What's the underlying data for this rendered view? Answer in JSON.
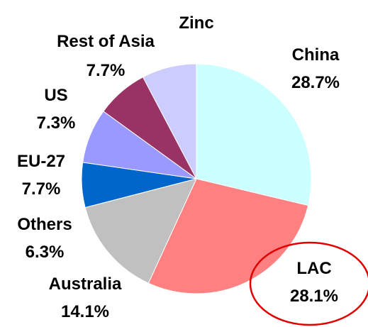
{
  "chart_data": {
    "type": "pie",
    "title": "Zinc",
    "slices": [
      {
        "label": "China",
        "value": 28.7,
        "display": "28.7%",
        "color": "#CCFFFF"
      },
      {
        "label": "LAC",
        "value": 28.1,
        "display": "28.1%",
        "color": "#FF8080"
      },
      {
        "label": "Australia",
        "value": 14.1,
        "display": "14.1%",
        "color": "#C0C0C0"
      },
      {
        "label": "Others",
        "value": 6.3,
        "display": "6.3%",
        "color": "#0066CC"
      },
      {
        "label": "EU-27",
        "value": 7.7,
        "display": "7.7%",
        "color": "#9999FF"
      },
      {
        "label": "US",
        "value": 7.3,
        "display": "7.3%",
        "color": "#993366"
      },
      {
        "label": "Rest of Asia",
        "value": 7.7,
        "display": "7.7%",
        "color": "#CCCCFF"
      }
    ],
    "highlight": {
      "label": "LAC",
      "color": "#E00000"
    }
  }
}
